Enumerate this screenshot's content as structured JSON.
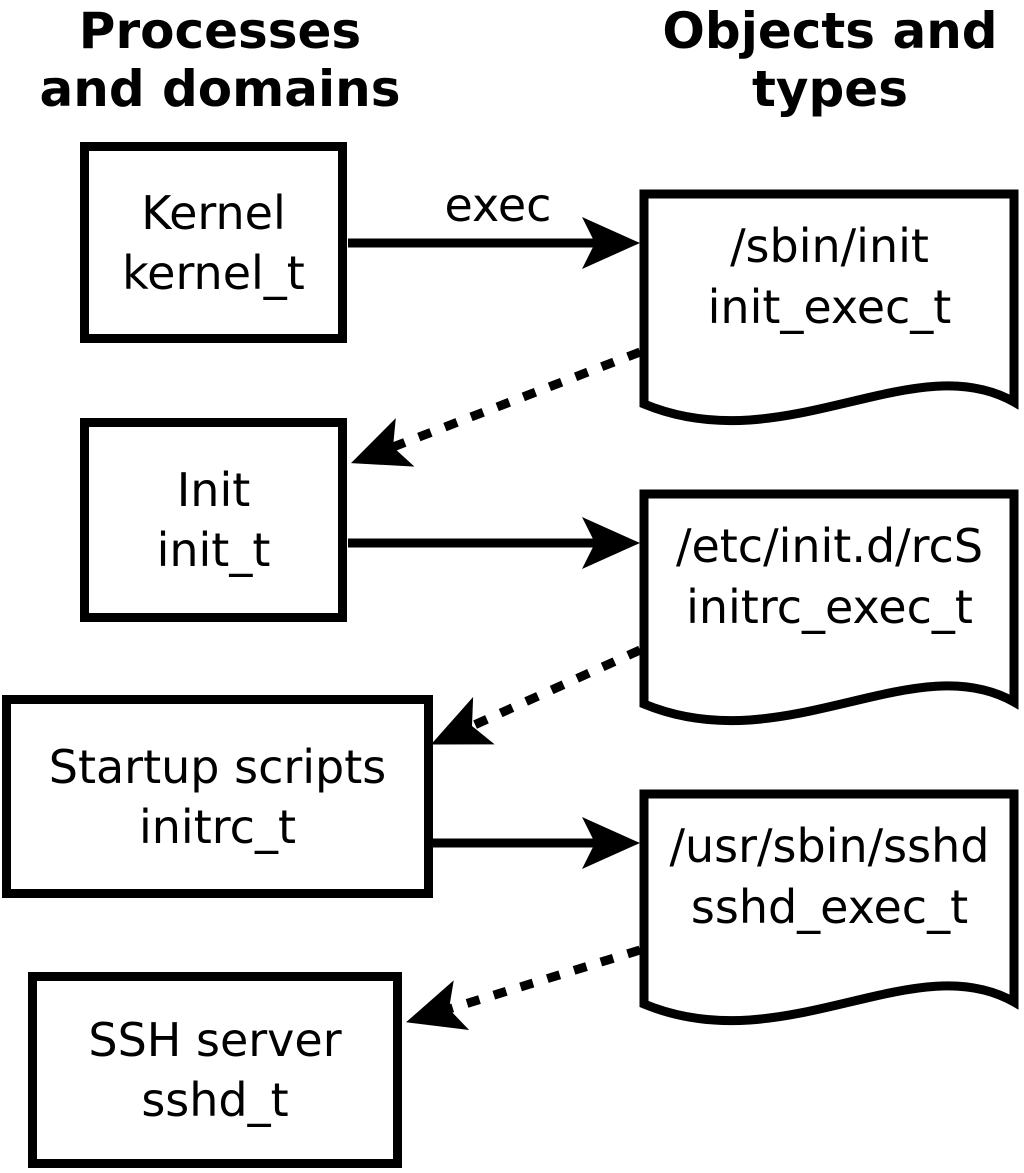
{
  "headers": {
    "left": "Processes\nand domains",
    "right": "Objects and\ntypes"
  },
  "process_boxes": [
    {
      "name": "Kernel",
      "domain": "kernel_t"
    },
    {
      "name": "Init",
      "domain": "init_t"
    },
    {
      "name": "Startup scripts",
      "domain": "initrc_t"
    },
    {
      "name": "SSH server",
      "domain": "sshd_t"
    }
  ],
  "object_docs": [
    {
      "path": "/sbin/init",
      "type": "init_exec_t"
    },
    {
      "path": "/etc/init.d/rcS",
      "type": "initrc_exec_t"
    },
    {
      "path": "/usr/sbin/sshd",
      "type": "sshd_exec_t"
    }
  ],
  "edges": {
    "exec_label": "exec",
    "solid_exec_arrows": [
      {
        "from": "Kernel kernel_t",
        "to": "/sbin/init init_exec_t",
        "label": "exec"
      },
      {
        "from": "Init init_t",
        "to": "/etc/init.d/rcS initrc_exec_t",
        "label": ""
      },
      {
        "from": "Startup scripts initrc_t",
        "to": "/usr/sbin/sshd sshd_exec_t",
        "label": ""
      }
    ],
    "dotted_transition_arrows": [
      {
        "from": "/sbin/init init_exec_t",
        "to": "Init init_t"
      },
      {
        "from": "/etc/init.d/rcS initrc_exec_t",
        "to": "Startup scripts initrc_t"
      },
      {
        "from": "/usr/sbin/sshd sshd_exec_t",
        "to": "SSH server sshd_t"
      }
    ]
  },
  "colors": {
    "line": "#000000",
    "background": "#ffffff"
  }
}
